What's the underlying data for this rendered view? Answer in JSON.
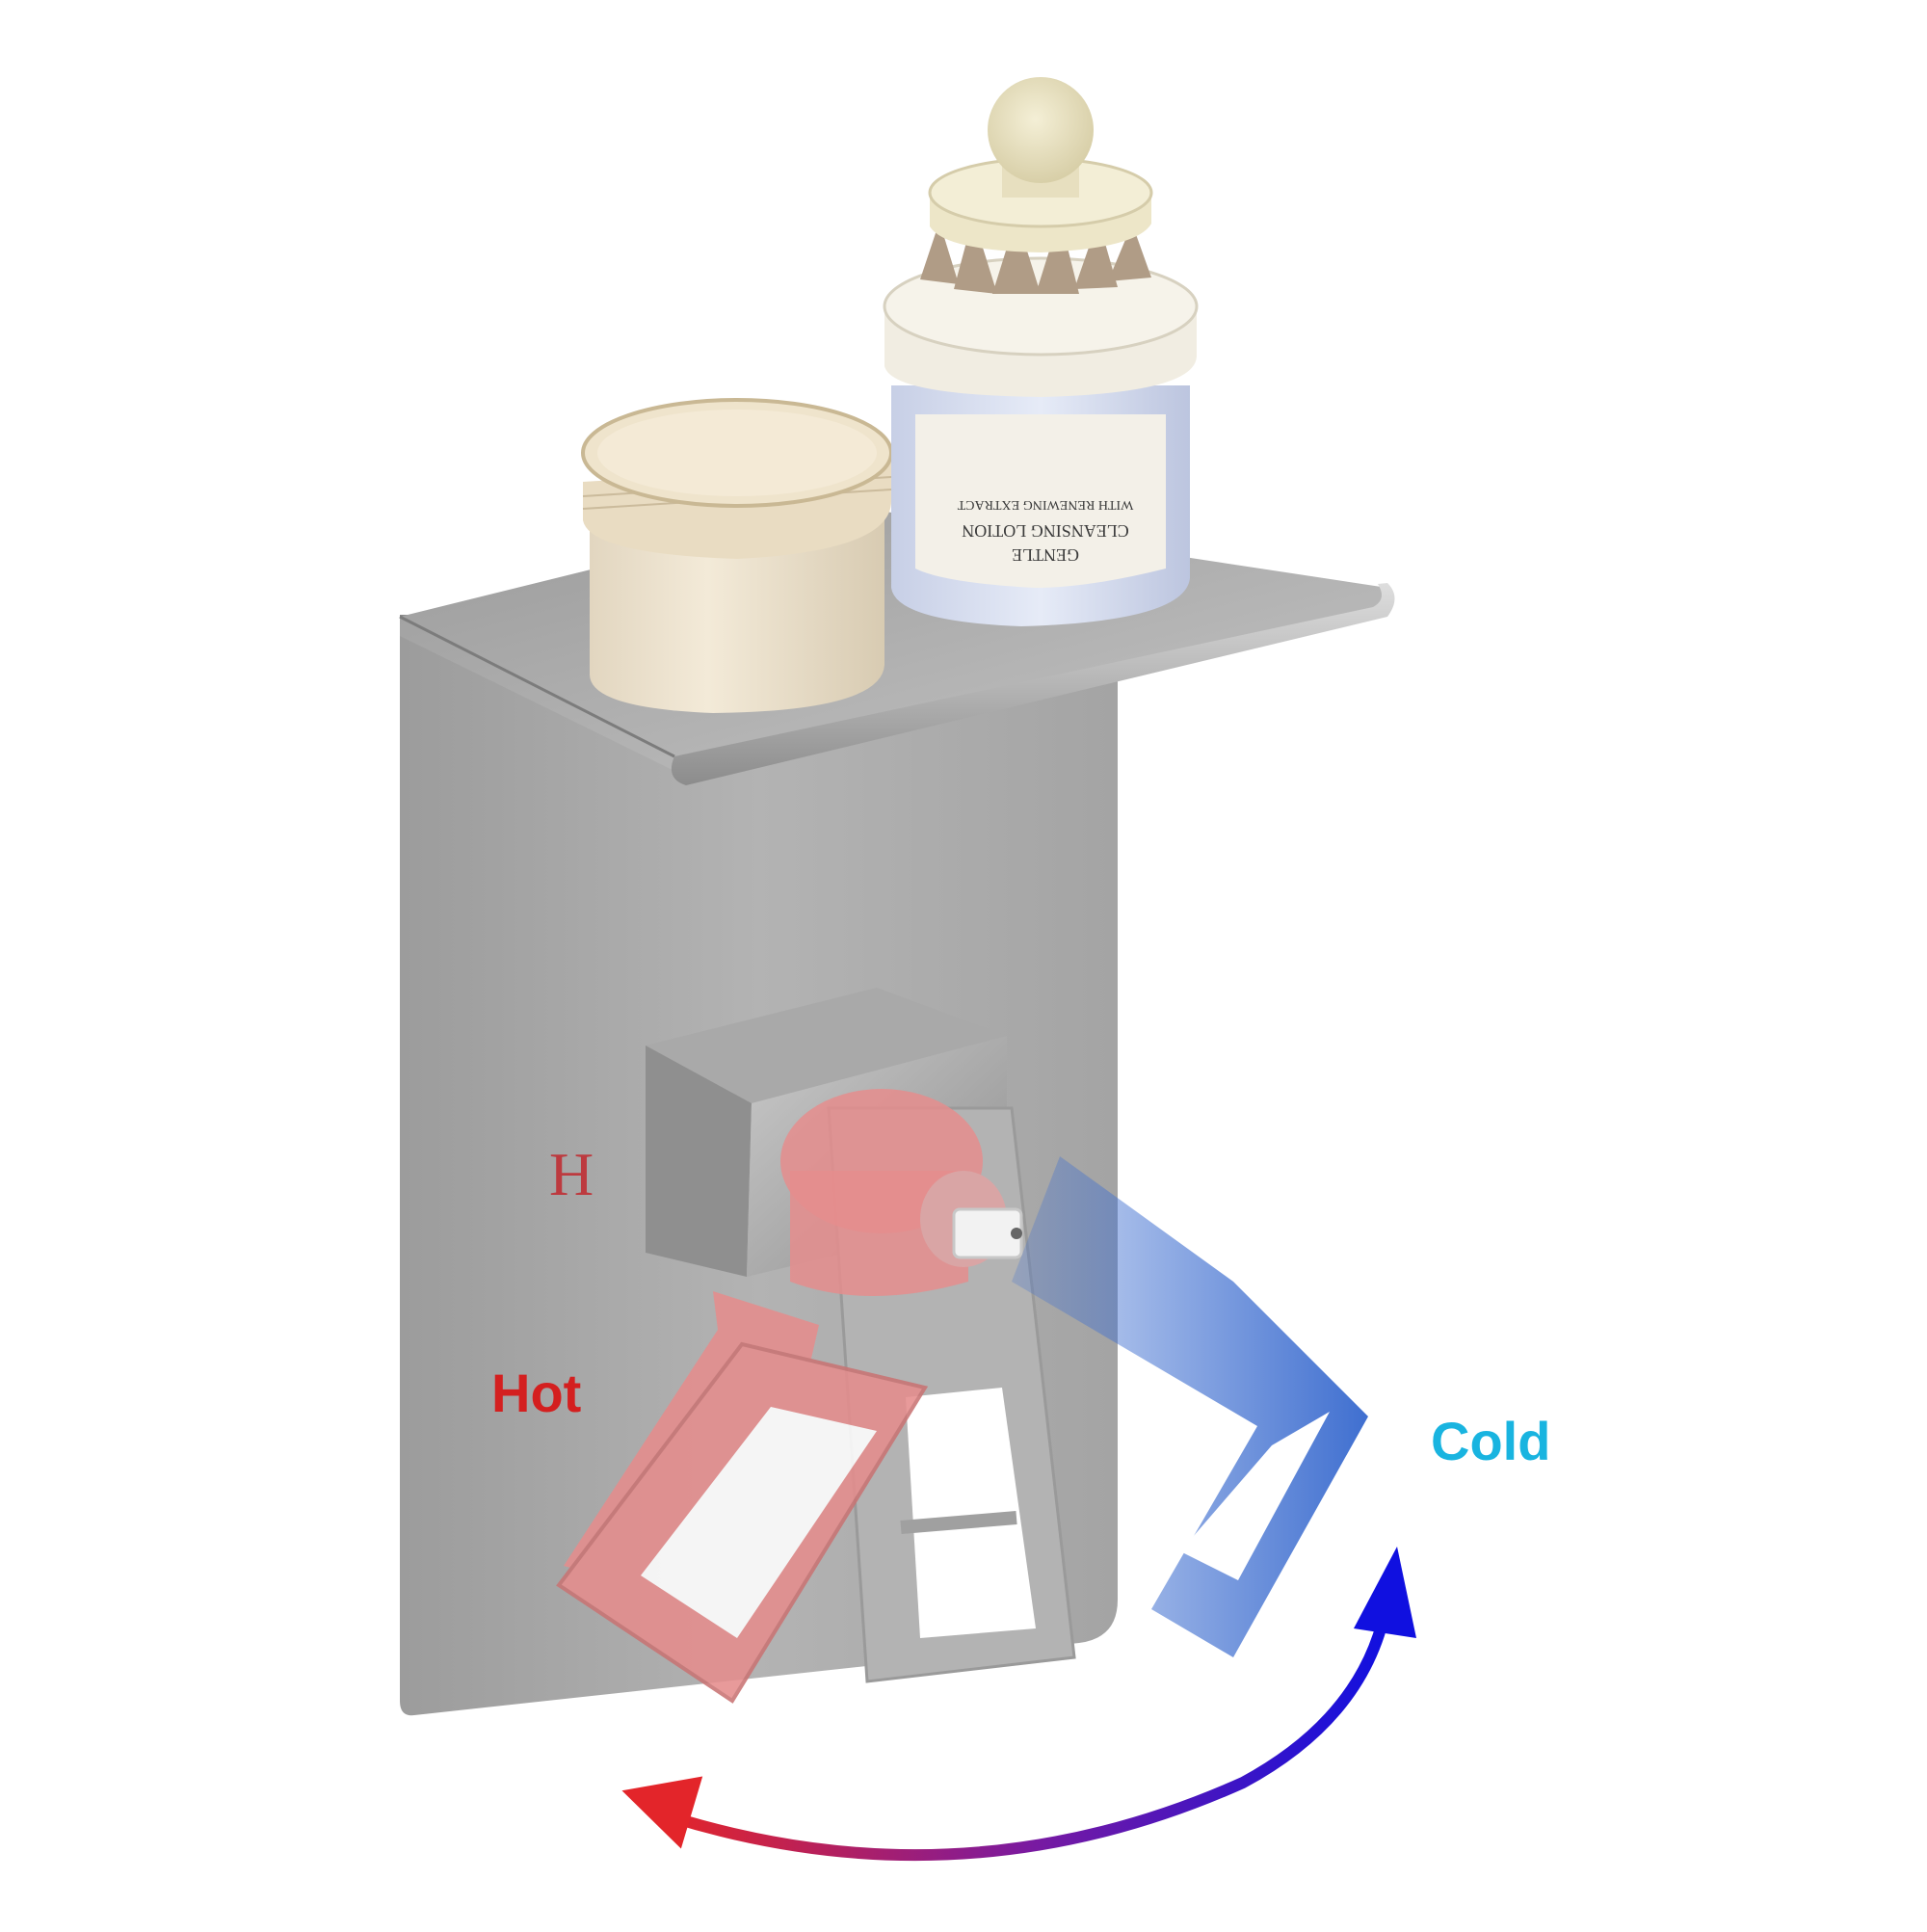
{
  "diagram": {
    "labels": {
      "valve_letter": "H",
      "hot": "Hot",
      "cold": "Cold"
    },
    "jar_label_lines": [
      "GENTLE",
      "CLEANSING LOTION",
      "WITH RENEWING EXTRACT"
    ],
    "colors": {
      "hot_text": "#d41f1f",
      "cold_text": "#19b4e0",
      "hot_arrow": "#e3252a",
      "cold_arrow": "#1010e0",
      "hot_handle": "#e58d8d",
      "cold_handle": "#3f6fd0",
      "plate": "#a9a9a9",
      "shelf": "#b4b4b4"
    },
    "icons": {
      "rotation_arrow": "double-headed-curved-arrow"
    }
  }
}
